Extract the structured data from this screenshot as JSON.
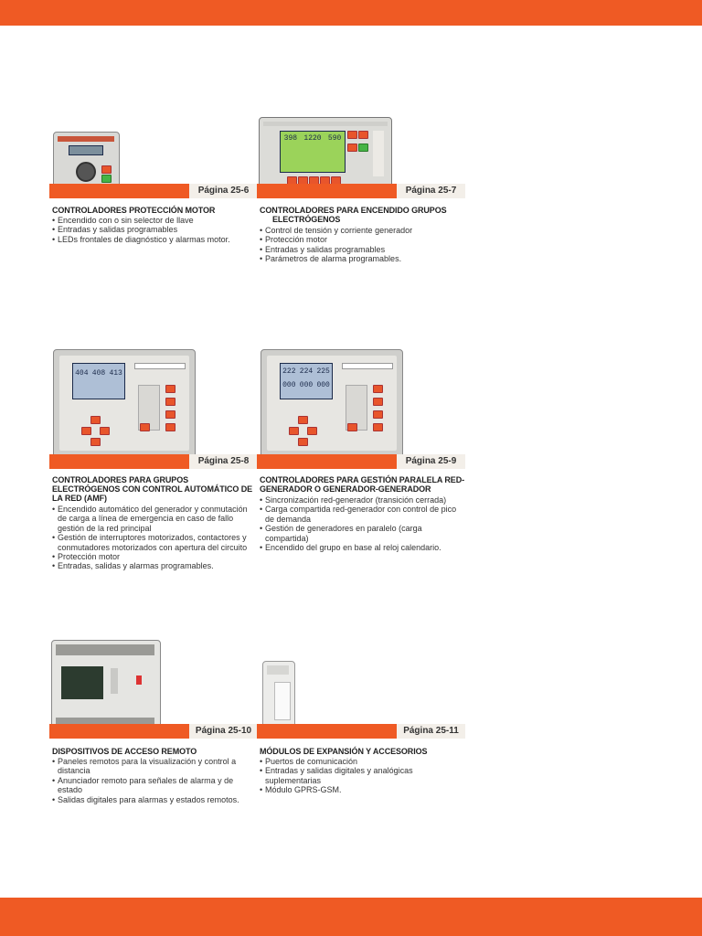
{
  "cards": [
    {
      "page": "Página 25-6",
      "title": [
        "CONTROLADORES PROTECCIÓN MOTOR"
      ],
      "bullets": [
        "Encendido con o sin selector de llave",
        "Entradas y salidas programables",
        "LEDs frontales de diagnóstico y alarmas motor."
      ]
    },
    {
      "page": "Página 25-7",
      "title": [
        "CONTROLADORES PARA ENCENDIDO GRUPOS",
        "ELECTRÓGENOS"
      ],
      "bullets": [
        "Control de tensión y corriente generador",
        "Protección motor",
        "Entradas y salidas programables",
        "Parámetros de alarma programables."
      ]
    },
    {
      "page": "Página 25-8",
      "title": [
        "CONTROLADORES PARA GRUPOS",
        "ELECTRÓGENOS CON CONTROL AUTOMÁTICO DE",
        "LA RED (AMF)"
      ],
      "bullets": [
        "Encendido automático del generador y conmutación de carga a línea de emergencia en caso de fallo gestión de la red principal",
        "Gestión de interruptores motorizados, contactores y conmutadores motorizados con apertura del circuito",
        "Protección motor",
        "Entradas, salidas y alarmas programables."
      ]
    },
    {
      "page": "Página 25-9",
      "title": [
        "CONTROLADORES PARA GESTIÓN PARALELA RED-",
        "GENERADOR O GENERADOR-GENERADOR"
      ],
      "bullets": [
        "Sincronización red-generador (transición cerrada)",
        "Carga compartida red-generador con control de pico de demanda",
        "Gestión de generadores en paralelo (carga compartida)",
        "Encendido del grupo en base al reloj calendario."
      ]
    },
    {
      "page": "Página 25-10",
      "title": [
        "DISPOSITIVOS DE ACCESO REMOTO"
      ],
      "bullets": [
        "Paneles remotos para la visualización y control a distancia",
        "Anunciador remoto para señales de alarma y de estado",
        "Salidas digitales  para alarmas y estados remotos."
      ]
    },
    {
      "page": "Página 25-11",
      "title": [
        "MÓDULOS DE EXPANSIÓN Y ACCESORIOS"
      ],
      "bullets": [
        "Puertos de comunicación",
        "Entradas y salidas digitales y analógicas suplementarias",
        "Módulo GPRS-GSM."
      ]
    }
  ],
  "lcd_readouts": {
    "c2": [
      "398",
      "1220",
      "590"
    ],
    "c3": [
      "404",
      "408",
      "413"
    ],
    "c4": [
      "222",
      "224",
      "225"
    ],
    "c4b": [
      "000",
      "000",
      "000"
    ]
  },
  "colors": {
    "accent": "#ef5a24",
    "label_bg": "#f3efe9"
  }
}
